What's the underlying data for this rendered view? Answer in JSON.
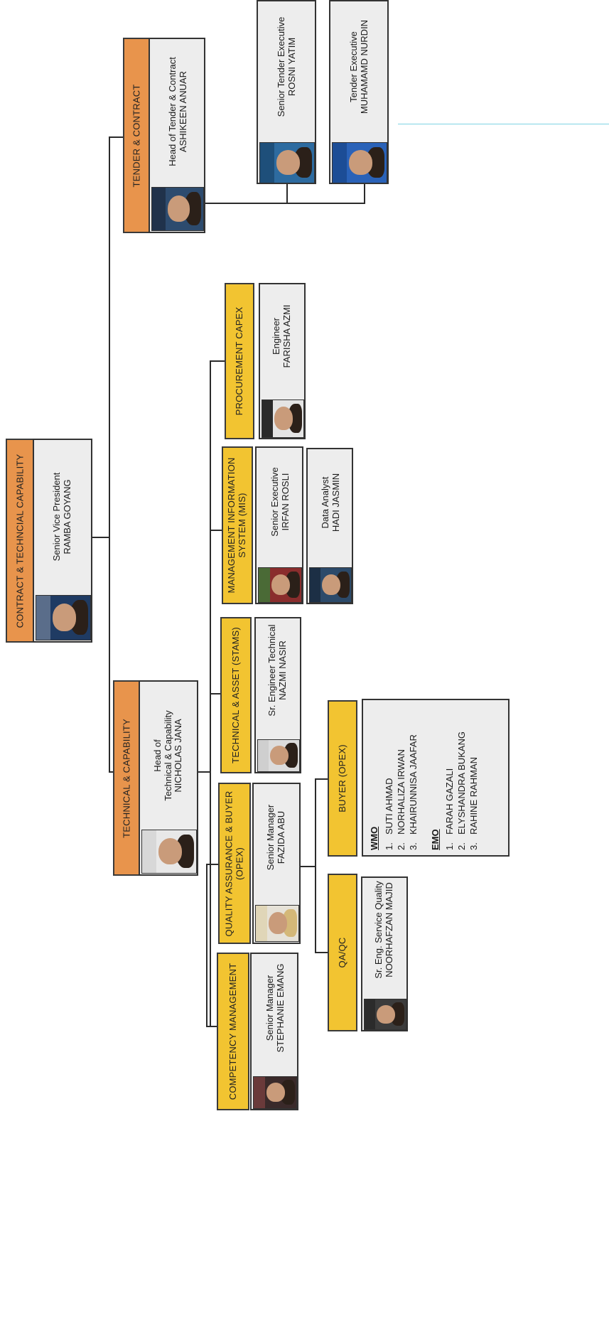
{
  "root": {
    "header": "CONTRACT & TECHNCIAL CAPABILITY",
    "title": "Senior Vice President",
    "name": "RAMBA GOYANG"
  },
  "tech": {
    "header": "TECHNICAL & CAPABILITY",
    "title_line1": "Head of",
    "title_line2": "Technical & Capability",
    "name": "NICHOLAS JANA"
  },
  "tender": {
    "header": "TENDER & CONTRACT",
    "title": "Head of Tender & Contract",
    "name": "ASHIKEEN ANUAR"
  },
  "tender_staff": [
    {
      "title": "Senior Tender Executive",
      "name": "ROSNI YATIM"
    },
    {
      "title": "Tender Executive",
      "name": "MUHAMAMD NURDIN"
    }
  ],
  "procurement": {
    "header": "PROCUREMENT CAPEX",
    "title": "Engineer",
    "name": "FARISHA AZMI"
  },
  "mis": {
    "header": "MANAGEMENT INFORMATION SYSTEM (MIS)",
    "staff": [
      {
        "title": "Senior Executive",
        "name": "IRFAN ROSLI"
      },
      {
        "title": "Data Analyst",
        "name": "HADI JASMIN"
      }
    ]
  },
  "stams": {
    "header": "TECHNICAL & ASSET (STAMS)",
    "title": "Sr. Engineer Technical",
    "name": "NAZMI NASIR"
  },
  "qa_buyer": {
    "header": "QUALITY ASSURANCE & BUYER (OPEX)",
    "title": "Senior Manager",
    "name": "FAZIDA ABU"
  },
  "competency": {
    "header": "COMPETENCY MANAGEMENT",
    "title": "Senior Manager",
    "name": "STEPHANIE EMANG"
  },
  "qaqc": {
    "header": "QA/QC",
    "title": "Sr. Eng. Service Quality",
    "name": "NOORHAFZAN MAJID"
  },
  "buyer": {
    "header": "BUYER (OPEX)",
    "groups": [
      {
        "label": "WMO",
        "members": [
          {
            "num": "1.",
            "name": "SUTI AHMAD"
          },
          {
            "num": "2.",
            "name": "NORHALIZA IRWAN"
          },
          {
            "num": "3.",
            "name": "KHAIRUNNISA JAAFAR"
          }
        ]
      },
      {
        "label": "EMO",
        "members": [
          {
            "num": "1.",
            "name": "FARAH GAZALI"
          },
          {
            "num": "2.",
            "name": "ELYSHANDRA BUKANG"
          },
          {
            "num": "3.",
            "name": "RAHINE RAHMAN"
          }
        ]
      }
    ]
  }
}
